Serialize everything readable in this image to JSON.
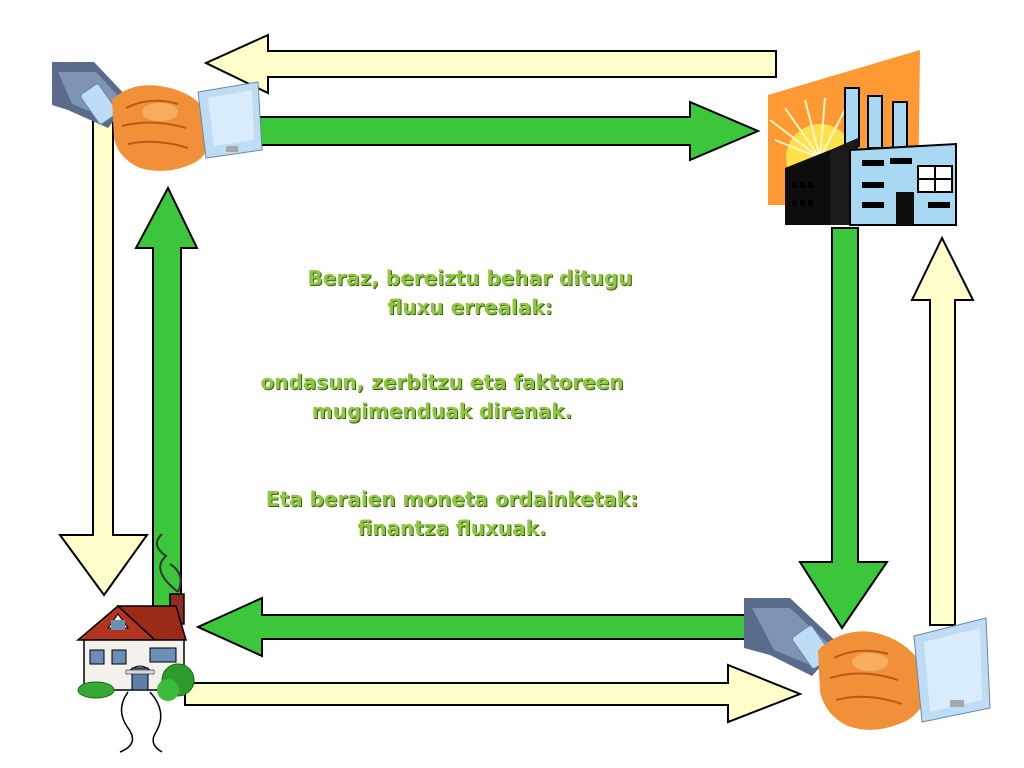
{
  "texts": {
    "block1": {
      "line1": "Beraz, bereiztu behar ditugu",
      "line2": "fluxu errealak:"
    },
    "block2": {
      "line1": "ondasun, zerbitzu eta faktoreen",
      "line2": "mugimenduak direnak."
    },
    "block3": {
      "line1": "Eta beraien moneta ordainketak:",
      "line2": "finantza fluxuak."
    }
  },
  "colors": {
    "text": "#8dc63f",
    "real_flow_arrow": "#3cc63c",
    "financial_flow_arrow": "#ffffcc",
    "arrow_outline": "#000000",
    "factory_sun_background": "#ff9933",
    "factory_building": "#a9d9f2"
  },
  "icons": {
    "top_left": "handshake-icon",
    "top_right": "factory-icon",
    "bottom_left": "house-icon",
    "bottom_right": "handshake-icon"
  }
}
